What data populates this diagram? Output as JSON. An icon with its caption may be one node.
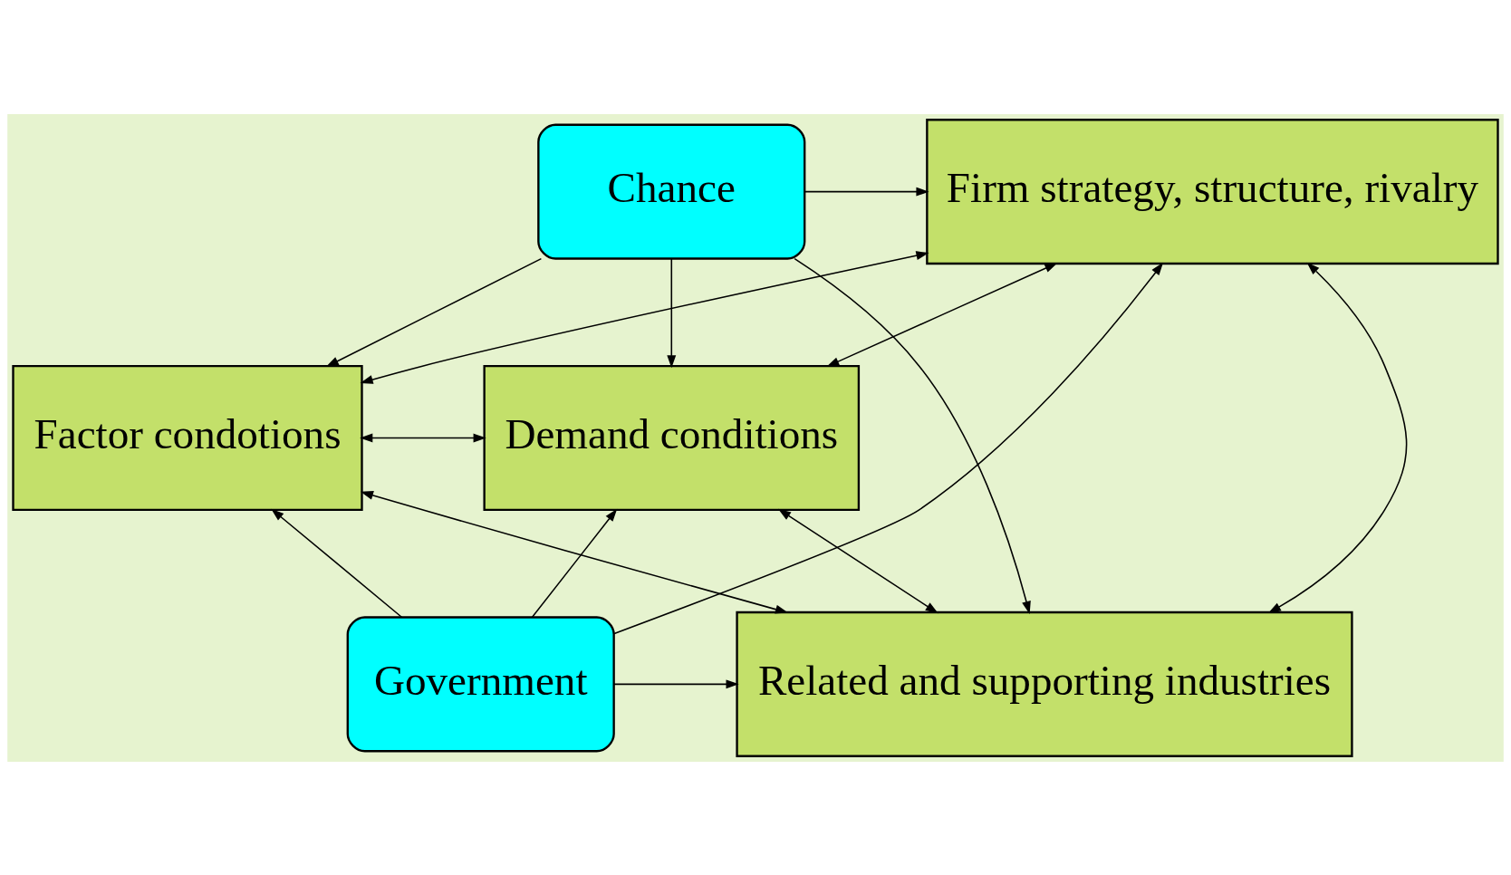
{
  "diagram": {
    "nodes": [
      {
        "text": [
          "Chance"
        ]
      },
      {
        "text": [
          "Firm strategy, structure, rivalry"
        ]
      },
      {
        "text": [
          "Factor condotions"
        ]
      },
      {
        "text": [
          "Demand conditions"
        ]
      },
      {
        "text": [
          "Related and supporting industries"
        ]
      },
      {
        "text": [
          "Government"
        ]
      }
    ],
    "edges": [
      {
        "from": 0,
        "to": 1,
        "arrow": "to"
      },
      {
        "from": 0,
        "to": 2,
        "arrow": "to"
      },
      {
        "from": 0,
        "to": 3,
        "arrow": "to"
      },
      {
        "from": 0,
        "to": 4,
        "arrow": "to"
      },
      {
        "from": 1,
        "to": 2,
        "arrow": "both"
      },
      {
        "from": 1,
        "to": 3,
        "arrow": "both"
      },
      {
        "from": 1,
        "to": 4,
        "arrow": "both"
      },
      {
        "from": 2,
        "to": 3,
        "arrow": "both"
      },
      {
        "from": 2,
        "to": 4,
        "arrow": "both"
      },
      {
        "from": 3,
        "to": 4,
        "arrow": "both"
      },
      {
        "from": 5,
        "to": 1,
        "arrow": "to"
      },
      {
        "from": 5,
        "to": 2,
        "arrow": "to"
      },
      {
        "from": 5,
        "to": 3,
        "arrow": "to"
      },
      {
        "from": 5,
        "to": 4,
        "arrow": "to"
      }
    ]
  }
}
